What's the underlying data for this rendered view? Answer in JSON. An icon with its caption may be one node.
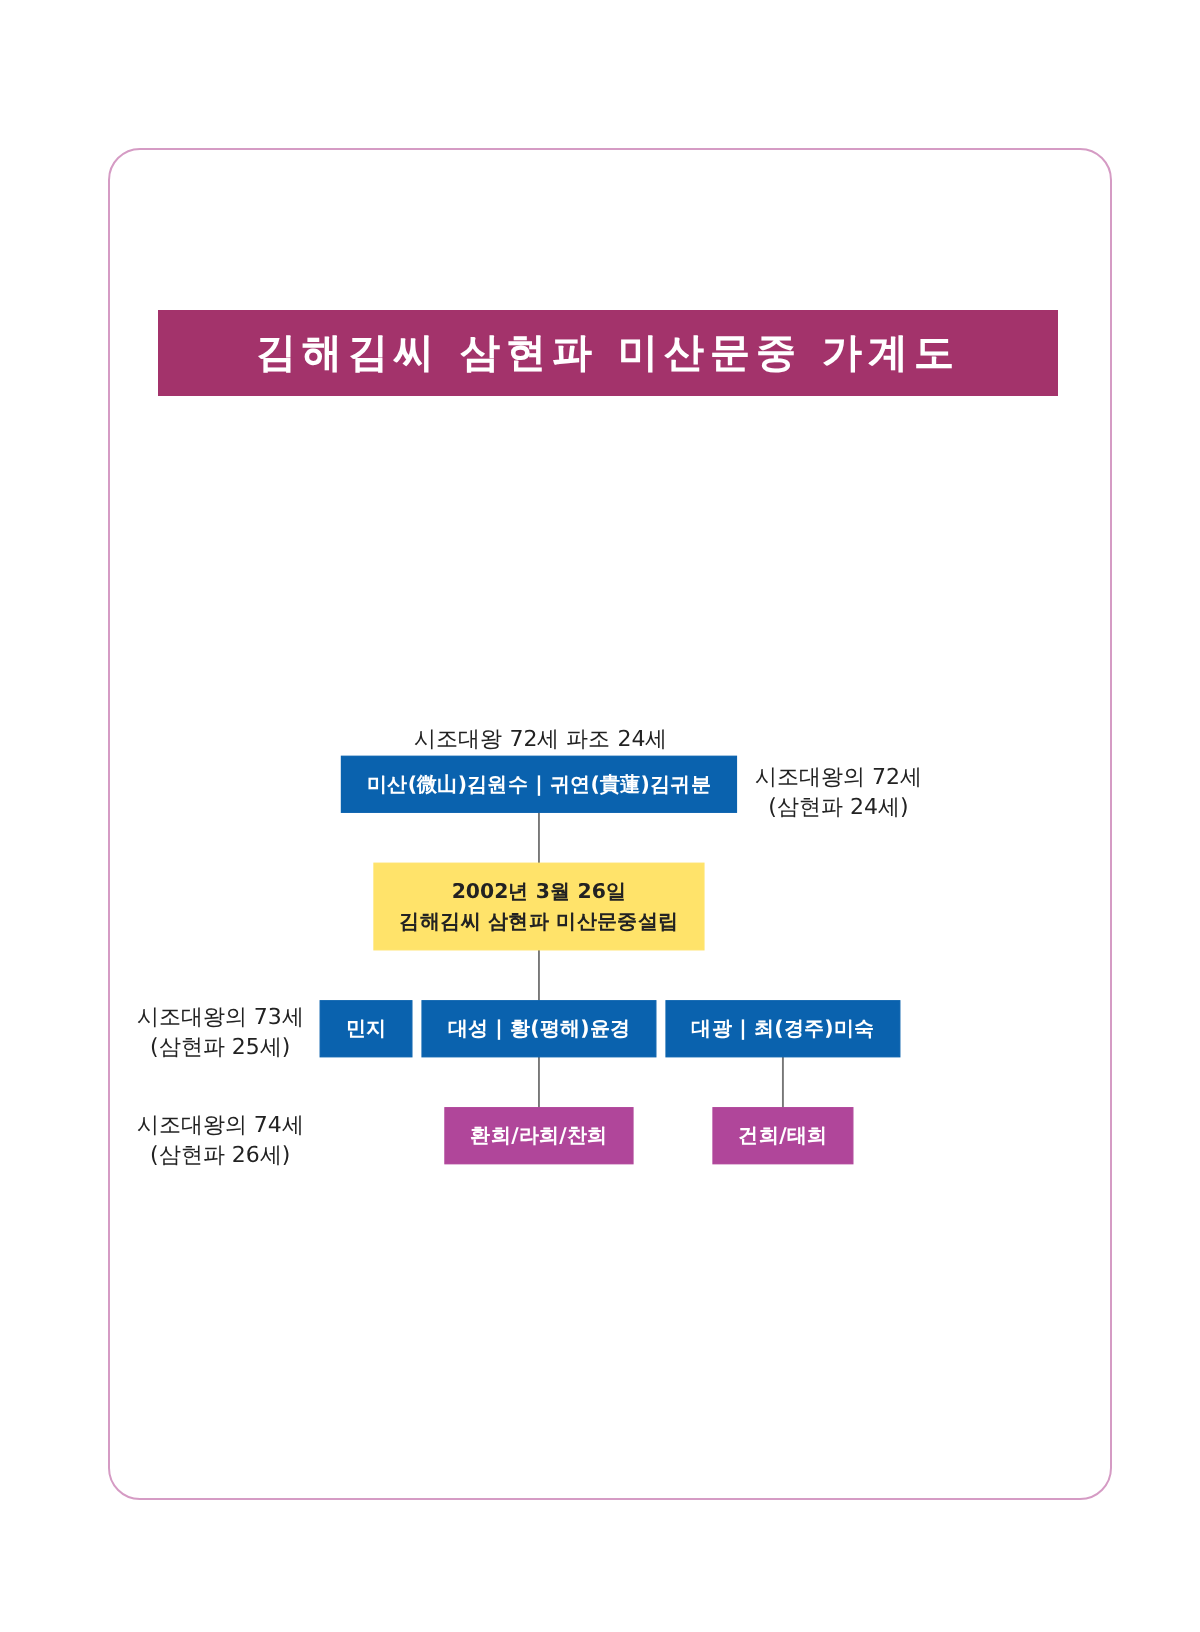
{
  "diagram": {
    "title": "김해김씨 삼현파 미산문중 가계도",
    "nodes": [
      {
        "text": [
          "미산(微山)김원수 | 귀연(貴蓮)김귀분"
        ],
        "beside": [
          "시조대왕 72세  파조 24세",
          "시조대왕의 72세 (삼현파 24세)"
        ]
      },
      {
        "text": [
          "2002년 3월 26일",
          "김해김씨 삼현파 미산문중설립"
        ]
      },
      {
        "text": [
          "민지"
        ]
      },
      {
        "text": [
          "대성 | 황(평해)윤경"
        ]
      },
      {
        "text": [
          "대광 | 최(경주)미숙"
        ]
      },
      {
        "text": [
          "환희/라희/찬희"
        ]
      },
      {
        "text": [
          "건희/태희"
        ]
      }
    ],
    "edges": [
      {
        "from": 0,
        "to": 1,
        "arrow": "none"
      },
      {
        "from": 1,
        "to": 3,
        "arrow": "none"
      },
      {
        "from": 3,
        "to": 5,
        "arrow": "none"
      },
      {
        "from": 4,
        "to": 6,
        "arrow": "none"
      }
    ],
    "labels": [
      "시조대왕의 73세 (삼현파 25세)",
      "시조대왕의 74세 (삼현파 26세)"
    ]
  }
}
